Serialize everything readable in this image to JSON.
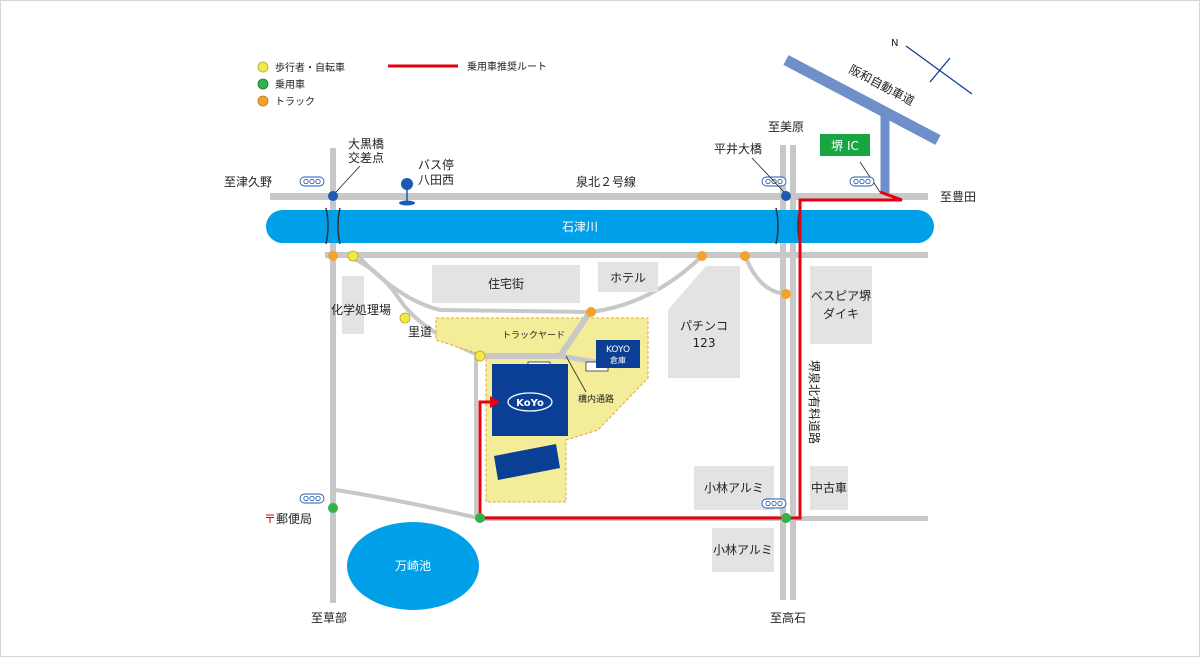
{
  "legend": {
    "pedestrian": "歩行者・自転車",
    "car": "乗用車",
    "truck": "トラック",
    "route": "乗用車推奨ルート"
  },
  "colors": {
    "road": "#c8c8c8",
    "river": "#00a0e9",
    "building": "#e3e3e3",
    "site": "#f3ec98",
    "site_border": "#e8a33a",
    "koyo_blue": "#0b3f95",
    "highway": "#6f8fcb",
    "route": "#e60012",
    "ic_green": "#19a541",
    "pedestrian_dot": "#f3e84a",
    "car_dot": "#2fb34a",
    "truck_dot": "#f3a32d",
    "signal_blue": "#1d5bb0"
  },
  "compass": {
    "north": "N"
  },
  "roads": {
    "highway": "阪和自動車道",
    "ic": "堺 IC",
    "main_road": "泉北２号線",
    "toll_road": "堺泉北有料道路"
  },
  "river": "石津川",
  "pond": "万崎池",
  "directions": {
    "tsukuno": "至津久野",
    "toyoda": "至豊田",
    "mihara": "至美原",
    "kusabe": "至草部",
    "takaishi": "至高石"
  },
  "intersections": {
    "daikoku_line1": "大黒橋",
    "daikoku_line2": "交差点",
    "hirai": "平井大橋"
  },
  "bus_stop": {
    "line1": "バス停",
    "line2": "八田西"
  },
  "places": {
    "chemical": "化学処理場",
    "satomichi": "里道",
    "housing": "住宅街",
    "hotel": "ホテル",
    "pachinko_line1": "パチンコ",
    "pachinko_line2": "123",
    "vespia_line1": "ベスピア堺",
    "vespia_line2": "ダイキ",
    "kobayashi1": "小林アルミ",
    "kobayashi2": "小林アルミ",
    "used_car": "中古車",
    "post_office": "郵便局",
    "post_mark": "〒"
  },
  "site": {
    "truck_yard": "トラックヤード",
    "internal_road": "構内通路",
    "koyo_logo": "KoYo",
    "warehouse_line1": "KOYO",
    "warehouse_line2": "倉庫"
  },
  "signal_icon": "traffic-signal-icon"
}
